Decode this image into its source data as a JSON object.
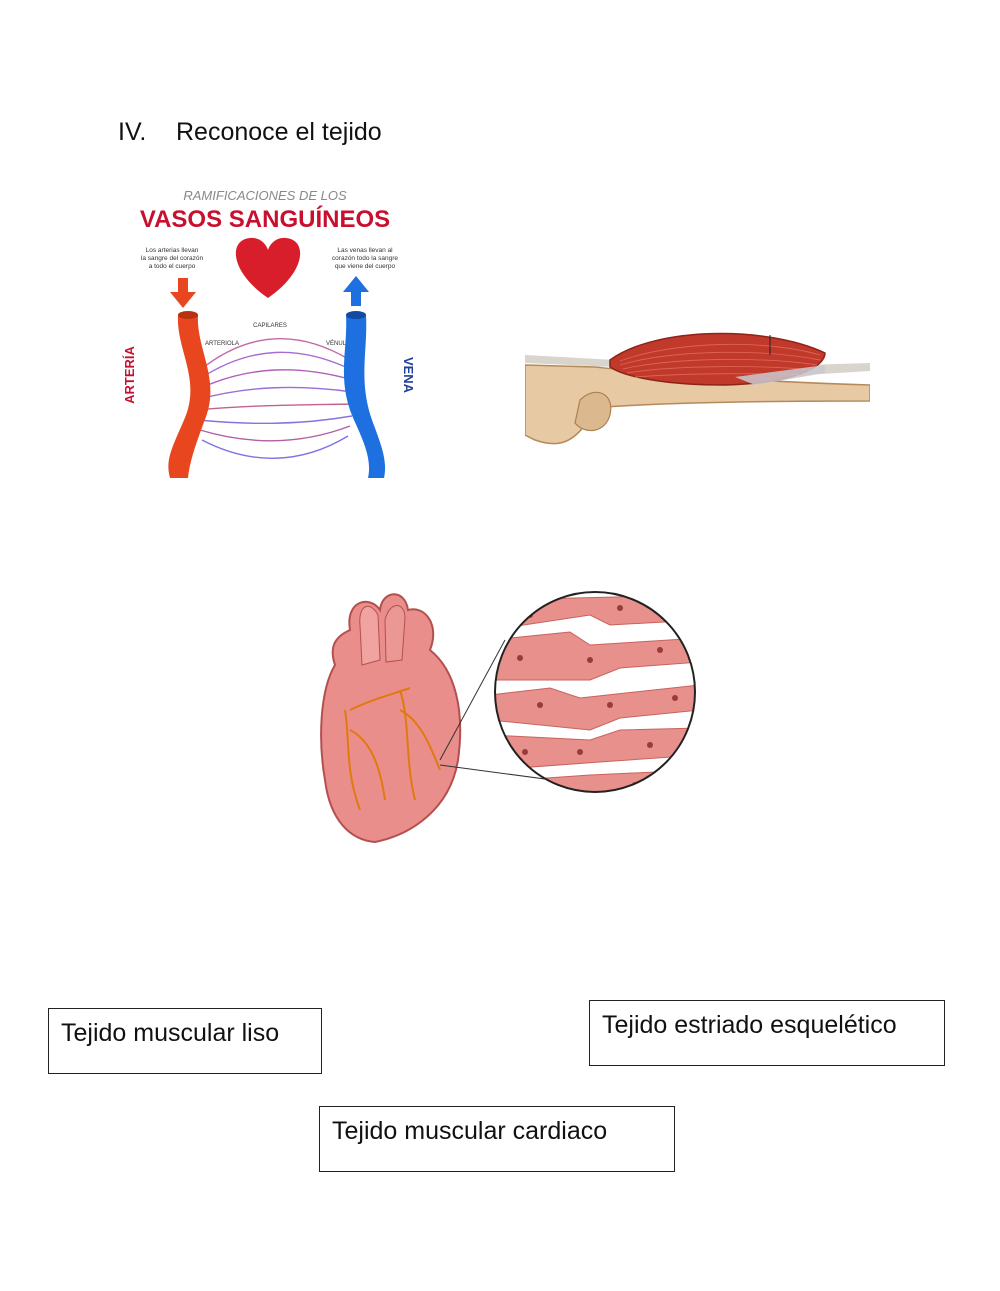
{
  "heading": {
    "number": "IV.",
    "title": "Reconoce el tejido"
  },
  "vasos_image": {
    "subtitle": "RAMIFICACIONES DE LOS",
    "title": "VASOS SANGUÍNEOS",
    "note_left": [
      "Los arterias llevan",
      "la sangre del corazón",
      "a todo el cuerpo"
    ],
    "note_right": [
      "Las venas llevan al",
      "corazón todo la sangre",
      "que viene del cuerpo"
    ],
    "label_capilares": "CAPILARES",
    "label_arteriola": "ARTERIOLA",
    "label_venula": "VÉNULA",
    "label_arteria": "ARTERÍA",
    "label_vena": "VENA",
    "colors": {
      "artery": "#e8461e",
      "vein": "#1e6fe0",
      "title": "#c8102e",
      "heart": "#d81e2a"
    }
  },
  "labels": {
    "liso": "Tejido muscular liso",
    "esqueletico": "Tejido estriado esquelético",
    "cardiaco": "Tejido muscular cardiaco"
  }
}
